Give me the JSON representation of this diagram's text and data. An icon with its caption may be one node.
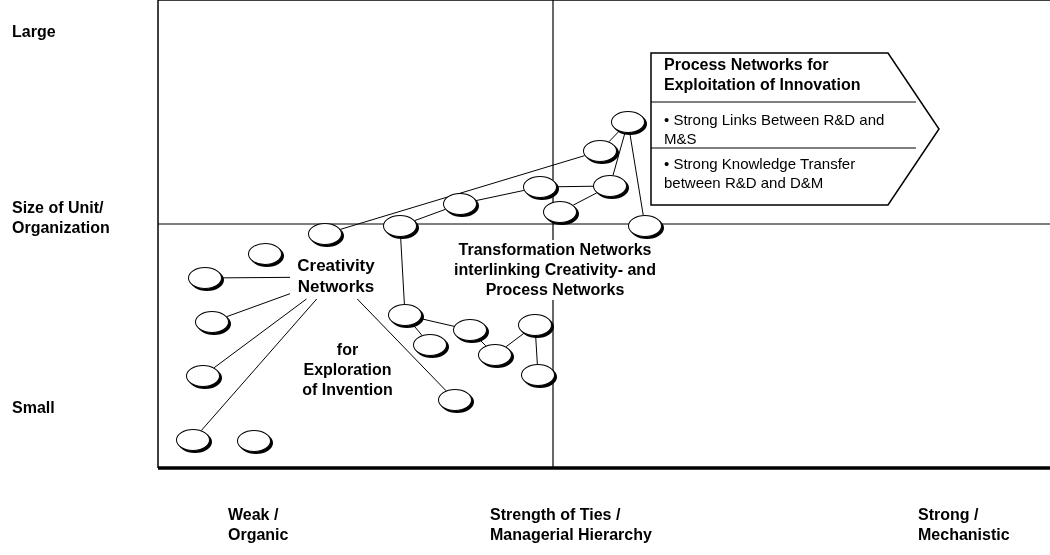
{
  "diagram": {
    "nodes": [
      {
        "text": [
          "Process Networks for Exploitation of Innovation",
          "• Strong Links Between R&D and M&S",
          "• Strong Knowledge Transfer between R&D and D&M"
        ]
      },
      {
        "text": [
          "Creativity Networks"
        ]
      },
      {
        "text": [],
        "shape": "ellipse"
      },
      {
        "text": [],
        "shape": "ellipse"
      },
      {
        "text": [],
        "shape": "ellipse"
      },
      {
        "text": [],
        "shape": "ellipse"
      },
      {
        "text": [],
        "shape": "ellipse"
      },
      {
        "text": [],
        "shape": "ellipse"
      },
      {
        "text": [],
        "shape": "ellipse"
      },
      {
        "text": [],
        "shape": "ellipse"
      },
      {
        "text": [],
        "shape": "ellipse"
      },
      {
        "text": [],
        "shape": "ellipse"
      },
      {
        "text": [],
        "shape": "ellipse"
      },
      {
        "text": [],
        "shape": "ellipse"
      },
      {
        "text": [],
        "shape": "ellipse"
      },
      {
        "text": [],
        "shape": "ellipse"
      },
      {
        "text": [],
        "shape": "ellipse"
      },
      {
        "text": [],
        "shape": "ellipse"
      },
      {
        "text": [],
        "shape": "ellipse"
      },
      {
        "text": [],
        "shape": "ellipse"
      },
      {
        "text": [],
        "shape": "ellipse"
      },
      {
        "text": [],
        "shape": "ellipse"
      },
      {
        "text": [],
        "shape": "ellipse"
      },
      {
        "text": [],
        "shape": "ellipse"
      }
    ],
    "edges": [
      {
        "from": 1,
        "to": 2,
        "arrow": "none"
      },
      {
        "from": 1,
        "to": 13,
        "arrow": "none"
      },
      {
        "from": 1,
        "to": 14,
        "arrow": "none"
      },
      {
        "from": 1,
        "to": 15,
        "arrow": "none"
      },
      {
        "from": 1,
        "to": 22,
        "arrow": "none"
      },
      {
        "from": 4,
        "to": 8,
        "arrow": "none"
      },
      {
        "from": 5,
        "to": 6,
        "arrow": "none"
      },
      {
        "from": 6,
        "to": 7,
        "arrow": "none"
      },
      {
        "from": 8,
        "to": 9,
        "arrow": "none"
      },
      {
        "from": 7,
        "to": 10,
        "arrow": "none"
      },
      {
        "from": 11,
        "to": 10,
        "arrow": "none"
      },
      {
        "from": 10,
        "to": 9,
        "arrow": "none"
      },
      {
        "from": 12,
        "to": 9,
        "arrow": "none"
      },
      {
        "from": 5,
        "to": 17,
        "arrow": "none"
      },
      {
        "from": 17,
        "to": 18,
        "arrow": "none"
      },
      {
        "from": 17,
        "to": 19,
        "arrow": "none"
      },
      {
        "from": 18,
        "to": 20,
        "arrow": "none"
      },
      {
        "from": 20,
        "to": 21,
        "arrow": "none"
      },
      {
        "from": 21,
        "to": 23,
        "arrow": "none"
      }
    ],
    "labels": [
      "Large",
      "Size of Unit/ Organization",
      "Small",
      "for Exploration of Invention",
      "Transformation Networks interlinking Creativity- and Process Networks",
      "Weak / Organic",
      "Strength of Ties / Managerial Hierarchy",
      "Strong / Mechanistic"
    ]
  }
}
